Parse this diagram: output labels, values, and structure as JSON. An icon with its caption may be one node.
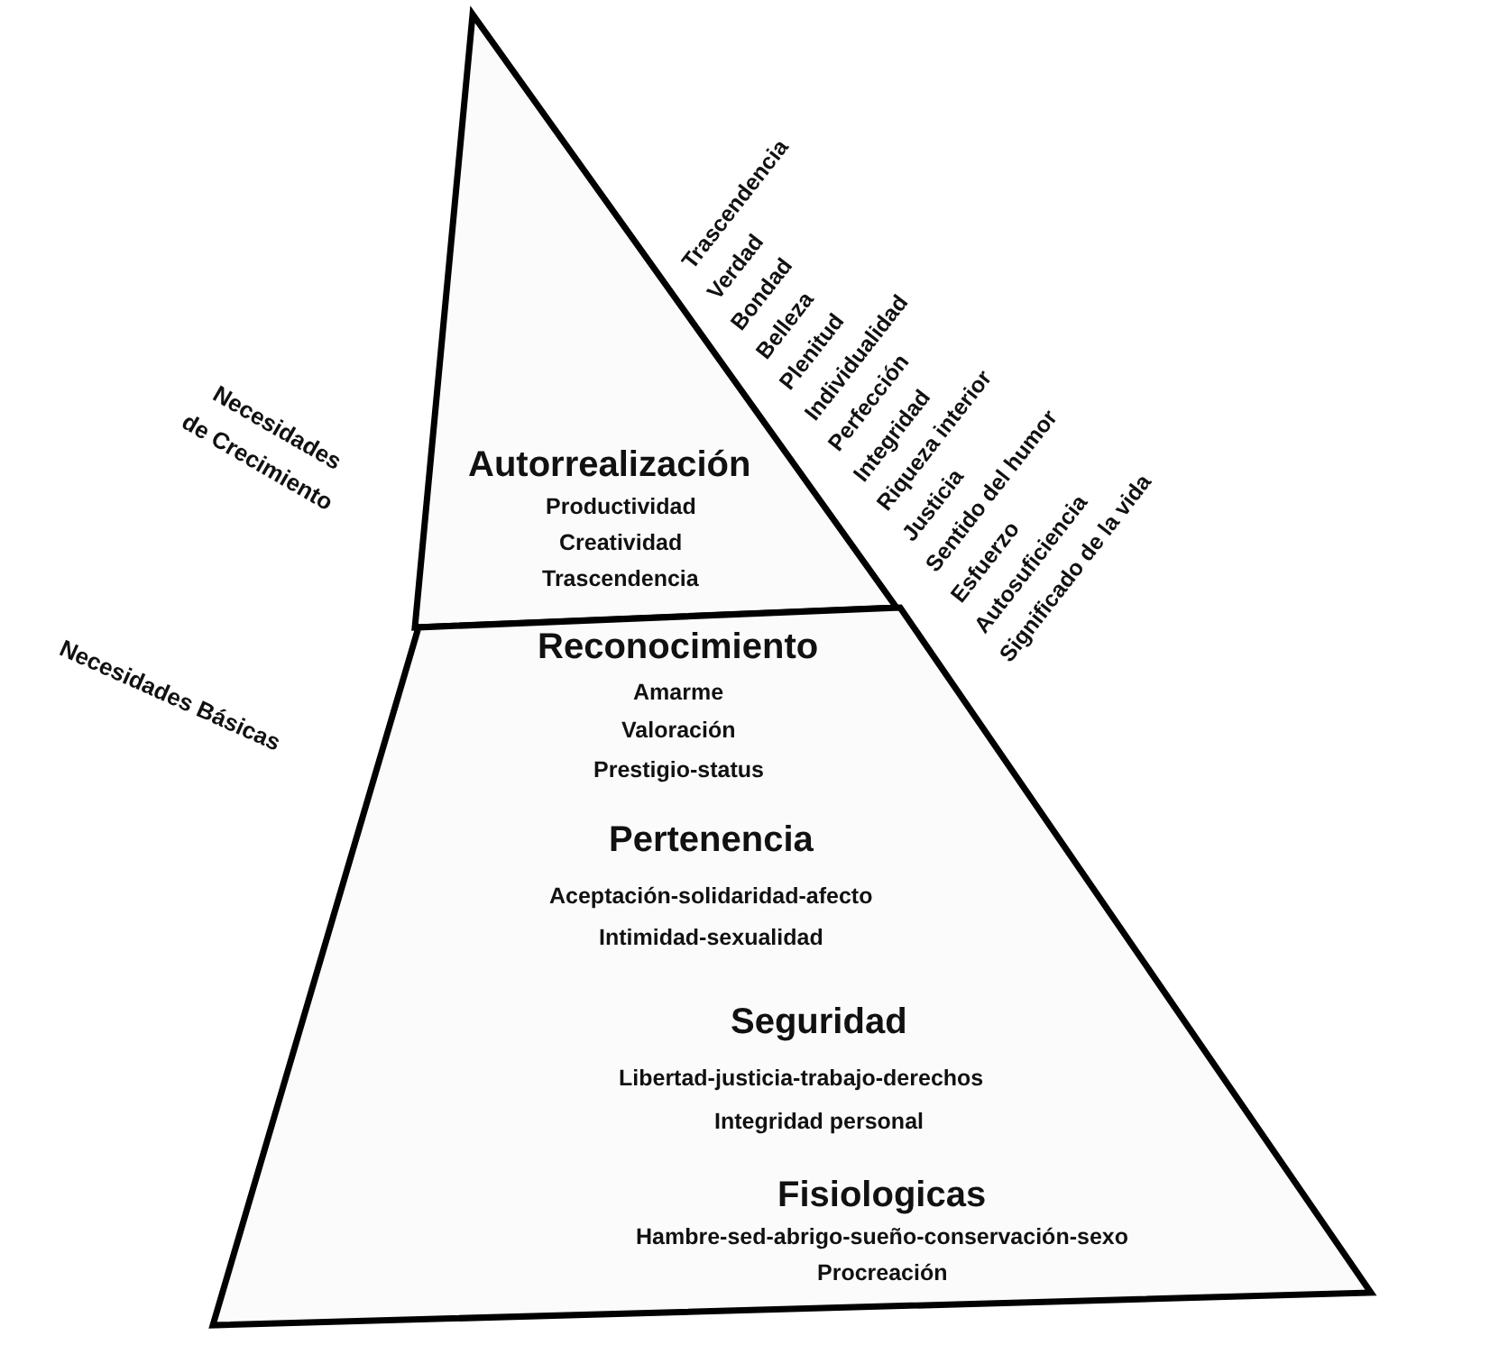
{
  "diagram": {
    "nodes": [
      {
        "text": [
          "Autorrealización",
          "Productividad",
          "Creatividad",
          "Trascendencia"
        ]
      },
      {
        "text": [
          "Reconocimiento",
          "Amarme",
          "Valoración",
          "Prestigio-status",
          "Pertenencia",
          "Aceptación-solidaridad-afecto",
          "Intimidad-sexualidad",
          "Seguridad",
          "Libertad-justicia-trabajo-derechos",
          "Integridad personal",
          "Fisiologicas",
          "Hambre-sed-abrigo-sueño-conservación-sexo",
          "Procreación"
        ]
      }
    ],
    "edges": [],
    "labels": [
      "Trascendencia",
      "Verdad",
      "Bondad",
      "Belleza",
      "Plenitud",
      "Individualidad",
      "Perfección",
      "Integridad",
      "Riqueza interior",
      "Justicia",
      "Sentido del humor",
      "Esfuerzo",
      "Autosuficiencia",
      "Significado de la vida",
      "Necesidades de Crecimiento",
      "Necesidades Básicas"
    ]
  }
}
